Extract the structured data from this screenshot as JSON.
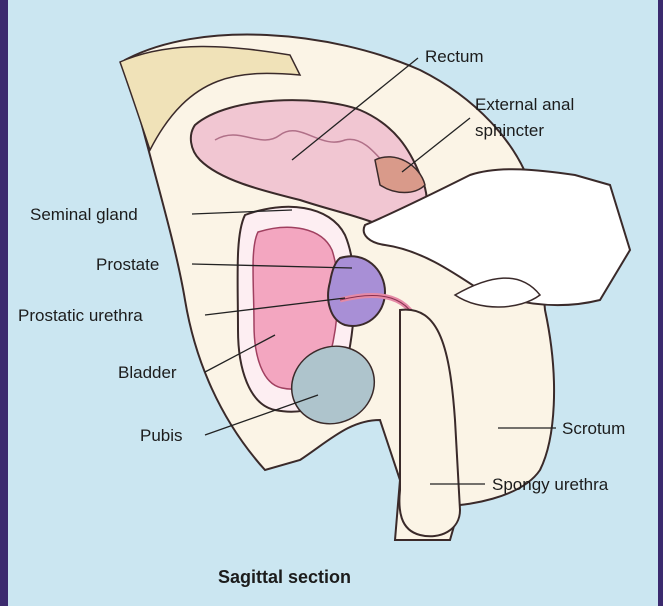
{
  "labels": {
    "rectum": "Rectum",
    "external_anal_sphincter_line1": "External anal",
    "external_anal_sphincter_line2": "sphincter",
    "seminal_gland": "Seminal gland",
    "prostate": "Prostate",
    "prostatic_urethra": "Prostatic urethra",
    "bladder": "Bladder",
    "pubis": "Pubis",
    "scrotum": "Scrotum",
    "spongy_urethra": "Spongy urethra"
  },
  "caption": "Sagittal section",
  "colors": {
    "background": "#cbe6f1",
    "border": "#3b2a6e",
    "body": "#fbf4e6",
    "rectum_wall": "#f1c6d2",
    "bladder": "#f3a6c0",
    "prostate": "#a88fd6",
    "pubis": "#aec4cc",
    "urethra": "#e58aa6",
    "glove": "#ffffff",
    "outline": "#3a2a2a"
  }
}
